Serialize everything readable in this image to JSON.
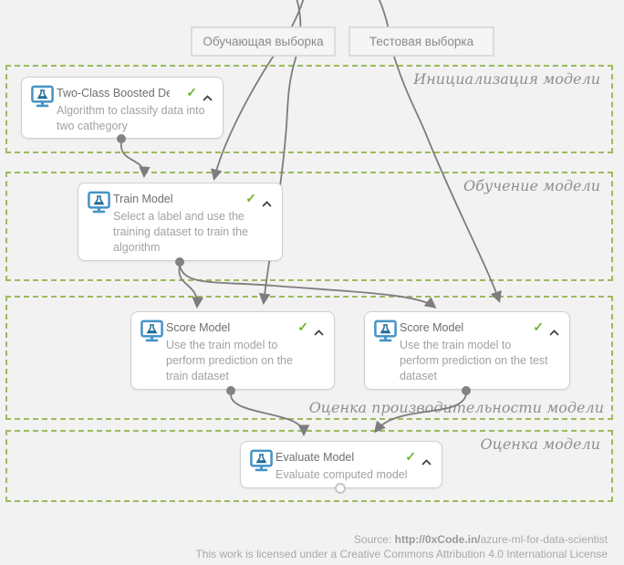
{
  "sources": [
    {
      "label": "Обучающая выборка"
    },
    {
      "label": "Тестовая выборка"
    }
  ],
  "regions": [
    {
      "label": "Инициализация модели"
    },
    {
      "label": "Обучение модели"
    },
    {
      "label": "Оценка производительности модели"
    },
    {
      "label": "Оценка модели"
    }
  ],
  "modules": [
    {
      "title": "Two-Class Boosted Decision T...",
      "description": "Algorithm to classify data into\ntwo cathegory",
      "status": "completed"
    },
    {
      "title": "Train Model",
      "description": "Select a label and use the\ntraining dataset to train the\nalgorithm",
      "status": "completed"
    },
    {
      "title": "Score Model",
      "description": "Use the train model to\nperform prediction on the\ntrain dataset",
      "status": "completed"
    },
    {
      "title": "Score Model",
      "description": "Use the train model to\nperform prediction on the test\ndataset",
      "status": "completed"
    },
    {
      "title": "Evaluate Model",
      "description": "Evaluate computed  model",
      "status": "completed"
    }
  ],
  "glyphs": {
    "check": "✓"
  },
  "footer": {
    "source_label": "Source: ",
    "source_link_bold": "http://0xCode.in/",
    "source_link_rest": "azure-ml-for-data-scientist",
    "license": "This work is licensed under a Creative Commons Attribution 4.0 International License"
  },
  "colors": {
    "canvas_bg": "#f2f2f2",
    "region_border_green": "#9cba5e",
    "connector_gray": "#7d7d7d",
    "icon_blue": "#4493c6",
    "icon_dark_blue": "#1c6c96",
    "check_green": "#71b32c"
  }
}
